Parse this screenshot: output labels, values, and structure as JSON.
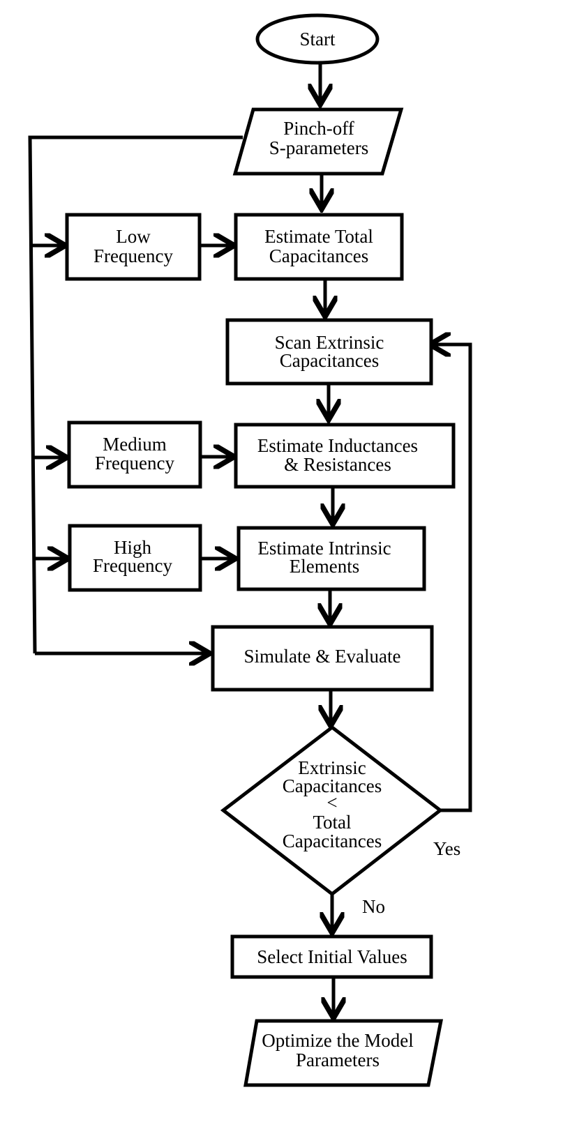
{
  "diagram": {
    "nodes": {
      "start": {
        "lines": [
          "Start"
        ]
      },
      "pinch_off": {
        "lines": [
          "Pinch-off",
          "S-parameters"
        ]
      },
      "low_frequency": {
        "lines": [
          "Low",
          "Frequency"
        ]
      },
      "estimate_total": {
        "lines": [
          "Estimate Total",
          "Capacitances"
        ]
      },
      "scan_extrinsic": {
        "lines": [
          "Scan Extrinsic",
          "Capacitances"
        ]
      },
      "medium_frequency": {
        "lines": [
          "Medium",
          "Frequency"
        ]
      },
      "estimate_inductances": {
        "lines": [
          "Estimate Inductances",
          "& Resistances"
        ]
      },
      "high_frequency": {
        "lines": [
          "High",
          "Frequency"
        ]
      },
      "estimate_intrinsic": {
        "lines": [
          "Estimate Intrinsic",
          "Elements"
        ]
      },
      "simulate": {
        "lines": [
          "Simulate & Evaluate"
        ]
      },
      "decision": {
        "lines": [
          "Extrinsic",
          "Capacitances",
          "<",
          "Total",
          "Capacitances"
        ]
      },
      "select_initial": {
        "lines": [
          "Select Initial Values"
        ]
      },
      "optimize": {
        "lines": [
          "Optimize the Model",
          "Parameters"
        ]
      }
    },
    "edge_labels": {
      "yes": "Yes",
      "no": "No"
    }
  }
}
